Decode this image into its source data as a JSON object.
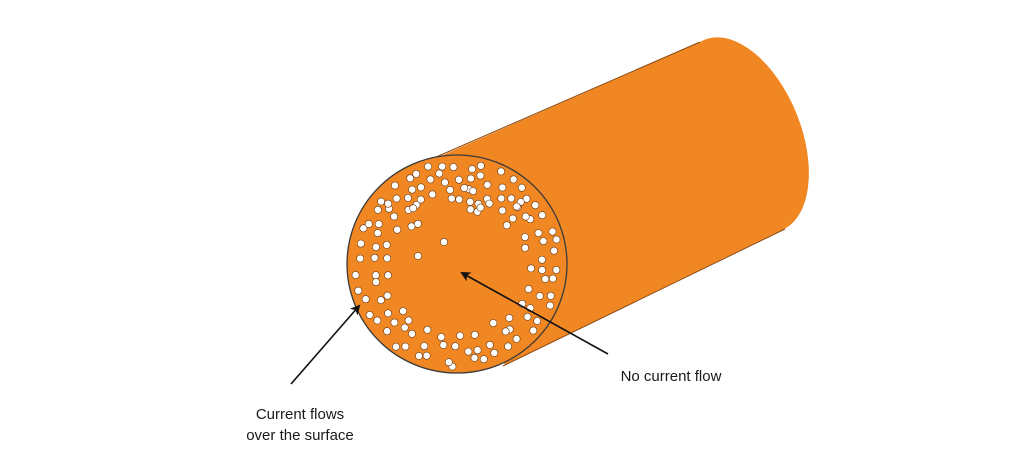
{
  "diagram": {
    "colors": {
      "conductor": "#F08723",
      "outline": "#3a3a3a",
      "electron": "#ffffff",
      "arrow": "#111111",
      "text": "#1a1a1a"
    },
    "labels": {
      "center": "No current flow",
      "surface_line1": "Current flows",
      "surface_line2": "over the surface"
    }
  }
}
